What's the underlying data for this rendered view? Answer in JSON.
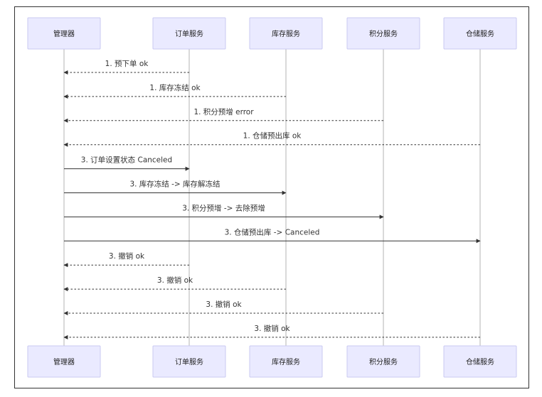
{
  "participants": [
    "管理器",
    "订单服务",
    "库存服务",
    "积分服务",
    "仓储服务"
  ],
  "messages": [
    {
      "from": "订单服务",
      "to": "管理器",
      "text": "1. 预下单 ok",
      "style": "dashed"
    },
    {
      "from": "库存服务",
      "to": "管理器",
      "text": "1. 库存冻结 ok",
      "style": "dashed"
    },
    {
      "from": "积分服务",
      "to": "管理器",
      "text": "1. 积分预增 error",
      "style": "dashed"
    },
    {
      "from": "仓储服务",
      "to": "管理器",
      "text": "1. 仓储预出库 ok",
      "style": "dashed"
    },
    {
      "from": "管理器",
      "to": "订单服务",
      "text": "3. 订单设置状态 Canceled",
      "style": "solid"
    },
    {
      "from": "管理器",
      "to": "库存服务",
      "text": "3. 库存冻结 -> 库存解冻结",
      "style": "solid"
    },
    {
      "from": "管理器",
      "to": "积分服务",
      "text": "3. 积分预增 -> 去除预增",
      "style": "solid"
    },
    {
      "from": "管理器",
      "to": "仓储服务",
      "text": "3. 仓储预出库 -> Canceled",
      "style": "solid"
    },
    {
      "from": "订单服务",
      "to": "管理器",
      "text": "3. 撤销 ok",
      "style": "dashed"
    },
    {
      "from": "库存服务",
      "to": "管理器",
      "text": "3. 撤销 ok",
      "style": "dashed"
    },
    {
      "from": "积分服务",
      "to": "管理器",
      "text": "3. 撤销 ok",
      "style": "dashed"
    },
    {
      "from": "仓储服务",
      "to": "管理器",
      "text": "3. 撤销 ok",
      "style": "dashed"
    }
  ],
  "colors": {
    "actor_fill": "#eaeaff",
    "actor_border": "#c9c9f2",
    "lifeline": "#b3b3b3",
    "message_line": "#333333",
    "frame_border": "#333333"
  }
}
